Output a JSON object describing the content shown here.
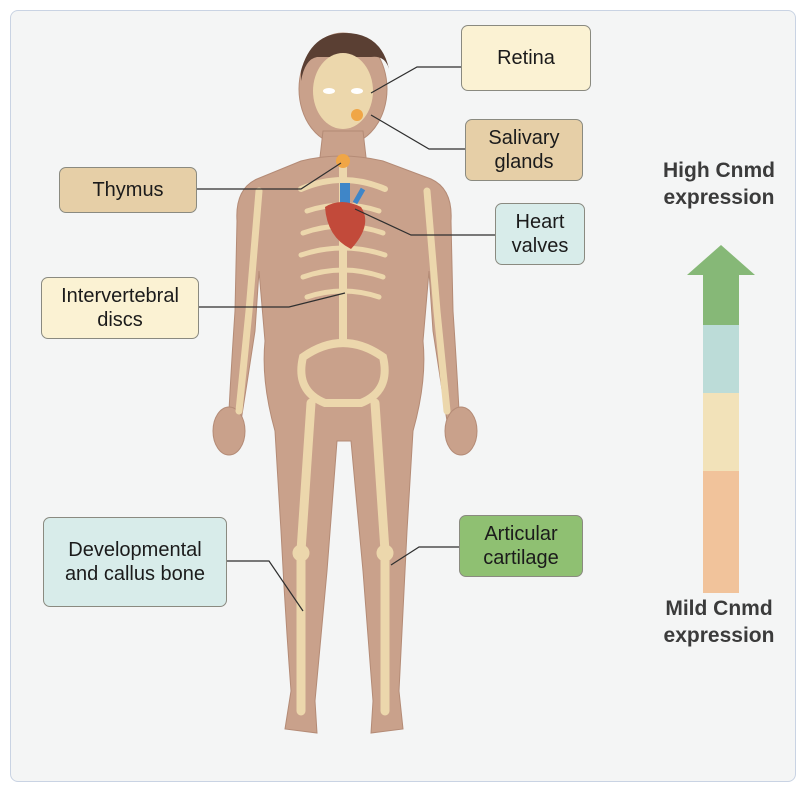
{
  "labels": {
    "retina": "Retina",
    "salivary": "Salivary glands",
    "thymus": "Thymus",
    "heart": "Heart valves",
    "discs": "Intervertebral discs",
    "bone": "Developmental and callus bone",
    "cartilage": "Articular cartilage"
  },
  "scale": {
    "high": "High Cnmd expression",
    "mild": "Mild Cnmd expression",
    "colors": [
      "#f1c39b",
      "#f2e2b9",
      "#bcdcd8",
      "#86b877"
    ]
  },
  "colors": {
    "skin": "#c8a08a",
    "bone": "#efdcb3",
    "leader_line": "#2f2f2f"
  }
}
